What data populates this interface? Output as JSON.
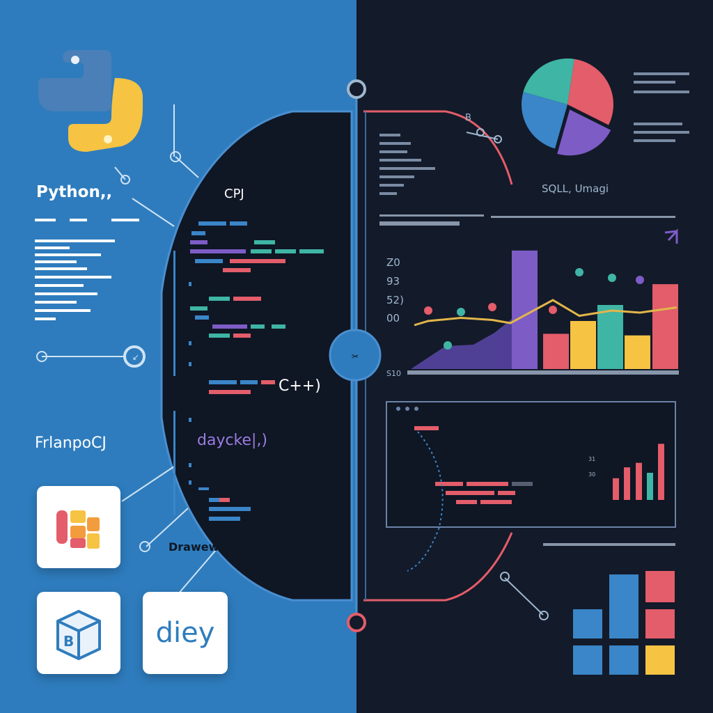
{
  "colors": {
    "left_bg": "#2e7cbd",
    "right_bg": "#131a29",
    "panel_bg": "#0f1624",
    "red": "#e35d6a",
    "purple": "#7d5cc6",
    "teal": "#3fb5a5",
    "yellow": "#f6c343",
    "blue": "#3a86c8"
  },
  "left": {
    "python_label": "Python,,",
    "framework_label": "FrlanpoCJ",
    "draw_label": "Drawewccd",
    "card_dify_label": "diey"
  },
  "center": {
    "cpp_top_label": "CPJ",
    "cpp_label": "C++)",
    "daycke_label": "daycke|,)"
  },
  "right": {
    "sql_label": "SQLL, Umagi",
    "b_label": "B",
    "axis_ticks": [
      "Z0",
      "93",
      "52)",
      "00",
      "S10"
    ],
    "mini_axis_ticks": [
      "31",
      "30"
    ]
  },
  "chart_data": [
    {
      "type": "pie",
      "values": [
        30,
        22,
        25,
        23
      ],
      "colors": [
        "#e35d6a",
        "#7d5cc6",
        "#3a86c8",
        "#3fb5a5"
      ]
    },
    {
      "type": "bar",
      "values": [
        7.4,
        2.2,
        3.0,
        4.0,
        2.1,
        5.3
      ],
      "colors": [
        "#7d5cc6",
        "#e35d6a",
        "#f6c343",
        "#3fb5a5",
        "#f6c343",
        "#e35d6a"
      ],
      "line_points": [
        4.2,
        4.6,
        4.9,
        4.7,
        4.4,
        6.6,
        5.1,
        5.6,
        5.4,
        5.9
      ]
    },
    {
      "type": "bar",
      "values": [
        2.4,
        3.6,
        4.1,
        3.0,
        6.2
      ],
      "colors": [
        "#e35d6a",
        "#e35d6a",
        "#e35d6a",
        "#3fb5a5",
        "#e35d6a"
      ]
    }
  ]
}
